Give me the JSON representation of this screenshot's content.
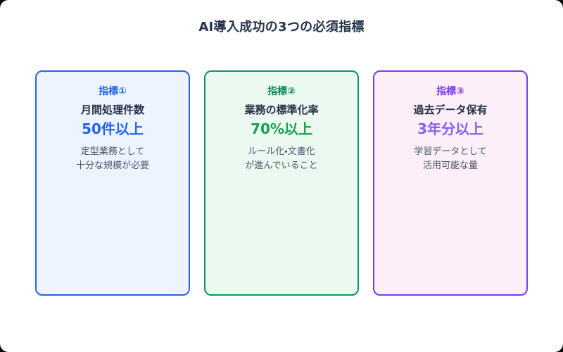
{
  "page": {
    "title": "AI導入成功の3つの必須指標",
    "canvas_background": "#ffffff",
    "outer_background": "#0a0a0a",
    "title_color": "#25324b"
  },
  "cards": [
    {
      "label": "指標①",
      "metric": "月間処理件数",
      "value": "50件以上",
      "description": [
        "定型業務として",
        "十分な規模が必要"
      ],
      "colors": {
        "border": "#2563eb",
        "background": "#edf4fe",
        "label": "#2563eb",
        "value": "#2563eb"
      }
    },
    {
      "label": "指標②",
      "metric": "業務の標準化率",
      "value": "70%以上",
      "description": [
        "ルール化・文書化",
        "が進んでいること"
      ],
      "colors": {
        "border": "#0d9466",
        "background": "#ecf9f1",
        "label": "#0e8a5c",
        "value": "#16a34a"
      }
    },
    {
      "label": "指標③",
      "metric": "過去データ保有",
      "value": "3年分以上",
      "description": [
        "学習データとして",
        "活用可能な量"
      ],
      "colors": {
        "border": "#7c3aed",
        "background": "#fdeff8",
        "label": "#7c3aed",
        "value": "#8b5cf6"
      }
    }
  ]
}
